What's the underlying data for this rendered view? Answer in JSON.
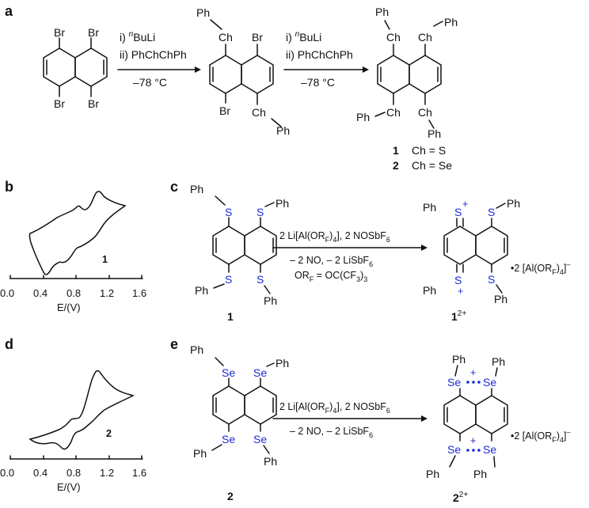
{
  "panels": {
    "a": {
      "label": "a",
      "reagents1": {
        "line1_pre": "i) ",
        "line1_sup": "n",
        "line1_post": "BuLi",
        "line2": "ii) PhChChPh",
        "temp": "–78 °C"
      },
      "reagents2": {
        "line1_pre": "i) ",
        "line1_sup": "n",
        "line1_post": "BuLi",
        "line2": "ii) PhChChPh",
        "temp": "–78 °C"
      },
      "start_subst": "Br",
      "inter_subst": [
        "Br",
        "Ch",
        "Ph"
      ],
      "product_subst": [
        "Ch",
        "Ph"
      ],
      "legend": [
        {
          "num": "1",
          "text": "Ch = S"
        },
        {
          "num": "2",
          "text": "Ch = Se"
        }
      ]
    },
    "b": {
      "label": "b",
      "compound": "1",
      "ticks": [
        "0.0",
        "0.4",
        "0.8",
        "1.2",
        "1.6"
      ],
      "xlabel": "E/(V)"
    },
    "c": {
      "label": "c",
      "atom": "S",
      "ph": "Ph",
      "plus": "+",
      "cond_line1": "2 Li[Al(OR",
      "cond_line1_sub": "F",
      "cond_line1_b": ")",
      "cond_line1_sub2": "4",
      "cond_line1_c": "], 2 NOSbF",
      "cond_line1_sub3": "6",
      "cond_line2": "– 2 NO, – 2 LiSbF",
      "cond_line2_sub": "6",
      "cond_line3_a": "OR",
      "cond_line3_sub": "F",
      "cond_line3_b": " = OC(CF",
      "cond_line3_sub2": "3",
      "cond_line3_c": ")",
      "cond_line3_sub3": "3",
      "counter": "•2 [Al(OR",
      "counter_sub": "F",
      "counter_b": ")",
      "counter_sub2": "4",
      "counter_c": "]",
      "counter_sup": "–",
      "left_label": "1",
      "right_label": "1",
      "right_sup": "2+"
    },
    "d": {
      "label": "d",
      "compound": "2",
      "ticks": [
        "0.0",
        "0.4",
        "0.8",
        "1.2",
        "1.6"
      ],
      "xlabel": "E/(V)"
    },
    "e": {
      "label": "e",
      "atom": "Se",
      "ph": "Ph",
      "plus": "+",
      "cond_line1": "2 Li[Al(OR",
      "cond_line1_sub": "F",
      "cond_line1_b": ")",
      "cond_line1_sub2": "4",
      "cond_line1_c": "], 2 NOSbF",
      "cond_line1_sub3": "6",
      "cond_line2": "– 2 NO, – 2 LiSbF",
      "cond_line2_sub": "6",
      "counter": "•2 [Al(OR",
      "counter_sub": "F",
      "counter_b": ")",
      "counter_sub2": "4",
      "counter_c": "]",
      "counter_sup": "–",
      "left_label": "2",
      "right_label": "2",
      "right_sup": "2+"
    }
  },
  "colors": {
    "heteroatom": "#1a2bd6",
    "ink": "#111111"
  }
}
